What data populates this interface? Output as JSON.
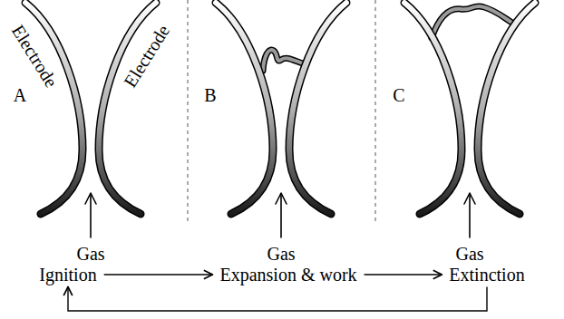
{
  "diagram": {
    "nodes": [
      {
        "text": [
          "Ignition"
        ]
      },
      {
        "text": [
          "Expansion & work"
        ]
      },
      {
        "text": [
          "Extinction"
        ]
      }
    ],
    "edges": [
      {
        "from": 0,
        "to": 1,
        "arrow": "to"
      },
      {
        "from": 1,
        "to": 2,
        "arrow": "to"
      },
      {
        "from": 2,
        "to": 0,
        "arrow": "to"
      }
    ],
    "labels": [
      "Electrode",
      "Electrode",
      "A",
      "Gas",
      "B",
      "Gas",
      "C",
      "Gas"
    ]
  }
}
